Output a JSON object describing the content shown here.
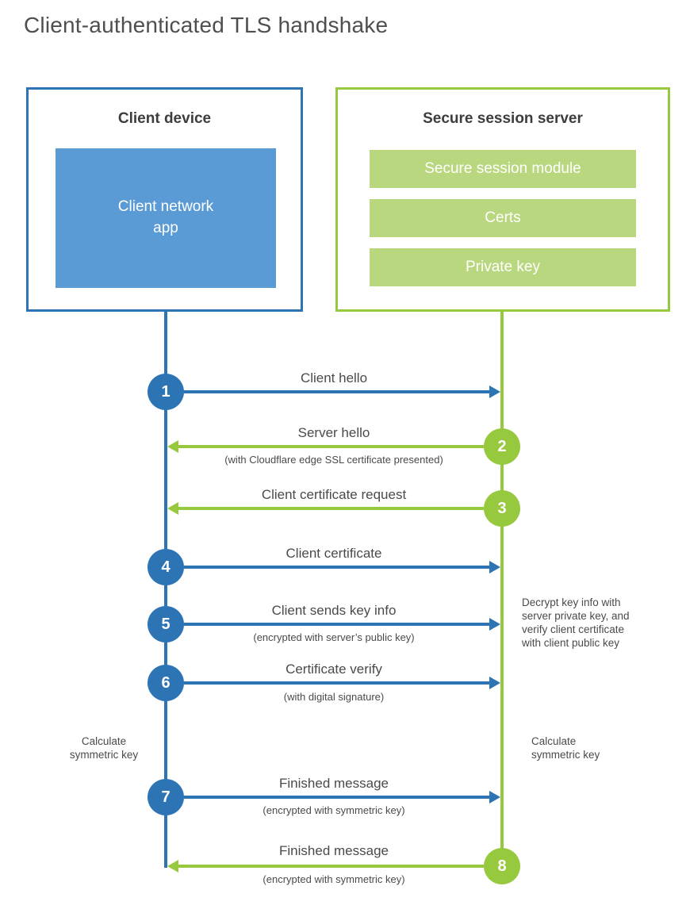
{
  "title": "Client-authenticated TLS handshake",
  "client_box": {
    "title": "Client device",
    "app_label": "Client network\napp"
  },
  "server_box": {
    "title": "Secure session server",
    "modules": [
      "Secure session module",
      "Certs",
      "Private key"
    ]
  },
  "steps": [
    {
      "number": "1",
      "label": "Client hello",
      "from": "client",
      "to": "server"
    },
    {
      "number": "2",
      "label": "Server hello",
      "sublabel": "(with Cloudflare edge SSL certificate presented)",
      "from": "server",
      "to": "client"
    },
    {
      "number": "3",
      "label": "Client certificate request",
      "from": "server",
      "to": "client"
    },
    {
      "number": "4",
      "label": "Client certificate",
      "from": "client",
      "to": "server"
    },
    {
      "number": "5",
      "label": "Client sends key info",
      "sublabel": "(encrypted with server’s public key)",
      "from": "client",
      "to": "server"
    },
    {
      "number": "6",
      "label": "Certificate verify",
      "sublabel": "(with digital signature)",
      "from": "client",
      "to": "server"
    },
    {
      "number": "7",
      "label": "Finished message",
      "sublabel": "(encrypted with symmetric key)",
      "from": "client",
      "to": "server"
    },
    {
      "number": "8",
      "label": "Finished message",
      "sublabel": "(encrypted with symmetric key)",
      "from": "server",
      "to": "client"
    }
  ],
  "notes": {
    "server_decrypt": "Decrypt key info with\nserver private key, and\nverify client certificate\nwith client public key",
    "client_calculate": "Calculate\nsymmetric key",
    "server_calculate": "Calculate\nsymmetric key"
  },
  "colors": {
    "client_blue": "#2d74b5",
    "client_blue_fill": "#5b9bd5",
    "server_green": "#96c93d",
    "server_green_fill": "#b9d77f"
  }
}
